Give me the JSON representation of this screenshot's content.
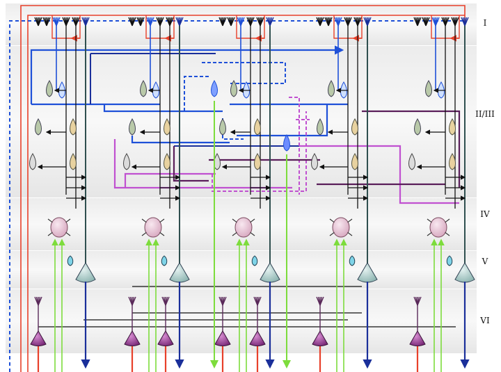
{
  "layers": [
    {
      "id": "I",
      "label": "I"
    },
    {
      "id": "II-III",
      "label": "II/III"
    },
    {
      "id": "IV",
      "label": "IV"
    },
    {
      "id": "V",
      "label": "V"
    },
    {
      "id": "VI",
      "label": "VI"
    }
  ],
  "columns_count": 5,
  "colors": {
    "thalamic_red": "#e8402a",
    "layer1_red": "#e8402a",
    "blue_axon": "#1e50d8",
    "dark_blue_axon": "#1a2f9a",
    "magenta": "#c050d0",
    "purple": "#5a1e5a",
    "green": "#7ddc3c",
    "black": "#111111",
    "pyramidal_teal": "#a9c9c6",
    "spiny_stellate_pink": "#e2bfcf",
    "basket_blue": "#7fd4e8",
    "l6_purple": "#9c3a96",
    "l23_olive": "#b9c9a9",
    "l23_tan": "#e8d2a0"
  }
}
